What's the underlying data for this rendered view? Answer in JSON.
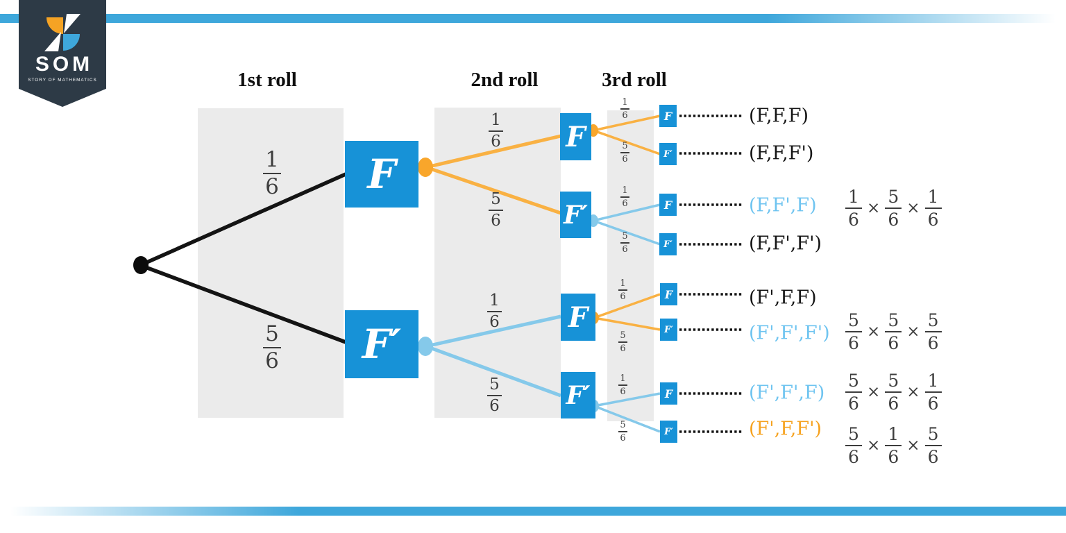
{
  "branding": {
    "logo_text": "SOM",
    "tagline": "STORY OF MATHEMATICS"
  },
  "headers": [
    {
      "label": "1st roll"
    },
    {
      "label": "2nd roll"
    },
    {
      "label": "3rd roll"
    }
  ],
  "tree": {
    "l1": {
      "nodes": [
        "F",
        "F′"
      ],
      "fracs": [
        {
          "num": "1",
          "den": "6"
        },
        {
          "num": "5",
          "den": "6"
        }
      ]
    },
    "l2": {
      "nodes": [
        "F",
        "F′",
        "F",
        "F′"
      ],
      "fracs": [
        {
          "num": "1",
          "den": "6"
        },
        {
          "num": "5",
          "den": "6"
        },
        {
          "num": "1",
          "den": "6"
        },
        {
          "num": "5",
          "den": "6"
        }
      ]
    },
    "l3": {
      "nodes": [
        "F",
        "F′",
        "F",
        "F′",
        "F",
        "F′",
        "F",
        "F′"
      ],
      "fracs": [
        {
          "num": "1",
          "den": "6"
        },
        {
          "num": "5",
          "den": "6"
        },
        {
          "num": "1",
          "den": "6"
        },
        {
          "num": "5",
          "den": "6"
        },
        {
          "num": "1",
          "den": "6"
        },
        {
          "num": "5",
          "den": "6"
        },
        {
          "num": "1",
          "den": "6"
        },
        {
          "num": "5",
          "den": "6"
        }
      ]
    }
  },
  "outcomes": [
    {
      "label": "(F,F,F)"
    },
    {
      "label": "(F,F,F')"
    },
    {
      "label": "(F,F',F)"
    },
    {
      "label": "(F,F',F')"
    },
    {
      "label": "(F',F,F)"
    },
    {
      "label": "(F',F',F')"
    },
    {
      "label": "(F',F',F)"
    },
    {
      "label": "(F',F,F')"
    }
  ],
  "products": [
    {
      "op": "×",
      "factors": [
        {
          "num": "1",
          "den": "6"
        },
        {
          "num": "5",
          "den": "6"
        },
        {
          "num": "1",
          "den": "6"
        }
      ]
    },
    {
      "op": "×",
      "factors": [
        {
          "num": "5",
          "den": "6"
        },
        {
          "num": "5",
          "den": "6"
        },
        {
          "num": "5",
          "den": "6"
        }
      ]
    },
    {
      "op": "×",
      "factors": [
        {
          "num": "5",
          "den": "6"
        },
        {
          "num": "5",
          "den": "6"
        },
        {
          "num": "1",
          "den": "6"
        }
      ]
    },
    {
      "op": "×",
      "factors": [
        {
          "num": "5",
          "den": "6"
        },
        {
          "num": "1",
          "den": "6"
        },
        {
          "num": "5",
          "den": "6"
        }
      ]
    }
  ],
  "colors": {
    "node_box_blue": "#1792D7",
    "branch_orange": "#F9B143",
    "dot_orange": "#F9A62B",
    "branch_light_blue": "#85C9EA",
    "outcome_light_blue": "#6FC4F0",
    "outcome_orange": "#F6A21E",
    "stripe_blue": "#3EA7DB",
    "banner_dark": "#2d3a46",
    "stage_gray": "#EBEBEB",
    "line_black": "#141414"
  }
}
